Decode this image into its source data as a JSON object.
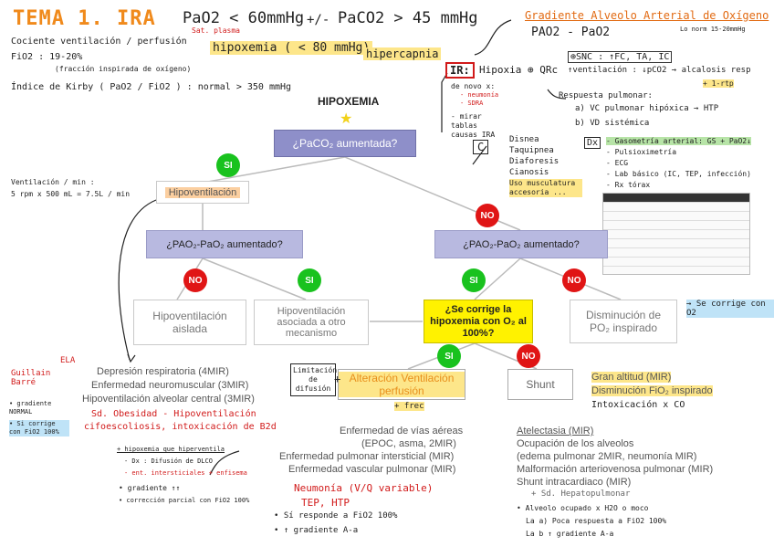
{
  "title": "TEMA 1. IRA",
  "header": {
    "pao2": "PaO2 < 60mmHg",
    "pao2_sub": "Sat. plasma",
    "sep": "+/-",
    "paco2": "PaCO2 > 45 mmHg",
    "hipoxemia": "hipoxemia ( < 80 mmHg)",
    "hipercapnia": "hipercapnia",
    "gradiente_title": "Gradiente Alveolo Arterial de Oxígeno",
    "gradiente_formula": "PAO2 - PaO2",
    "gradiente_normal": "Lo norm 15-20mmHg"
  },
  "notes_left": [
    "Cociente ventilación / perfusión",
    "FiO2 : 19-20%",
    "(fracción inspirada de oxígeno)",
    "Índice de Kirby ( PaO2 / FiO2 ) : normal > 350 mmHg"
  ],
  "ir_block": {
    "ir_label": "IR:",
    "ir_text": "Hipoxia ⊕ QRc",
    "snc": "⊕SNC : ↑FC, TA, IC",
    "ventilacion": "↑ventilación : ↓pCO2 → alcalosis resp",
    "ventilacion_sub": "+ 1-rtp",
    "denovo": "de novo x:",
    "denovo_items": [
      "- neumonía",
      "- SDRA"
    ],
    "mirar": "- mirar tablas causas IRA",
    "c_label": "C",
    "sintomas": [
      "Disnea",
      "Taquipnea",
      "Diaforesis",
      "Cianosis",
      "Uso musculatura accesoria ..."
    ],
    "respuesta": "Respuesta pulmonar:",
    "resp_a": "a) VC pulmonar hipóxica → HTP",
    "resp_b": "b) VD sistémica",
    "dx_label": "Dx",
    "dx_items": [
      "- Gasometría arterial: GS + PaO2↓",
      "- Pulsioximetría",
      "- ECG",
      "- Lab básico (IC, TEP, infección)",
      "- Rx tórax"
    ]
  },
  "diagram": {
    "hipoxemia": "HIPOXEMIA",
    "q1": "¿PaCO₂ aumentada?",
    "hipoventilacion": "Hipoventilación",
    "q2a": "¿PAO₂-PaO₂ aumentado?",
    "q2b": "¿PAO₂-PaO₂ aumentado?",
    "hipo_aislada": "Hipoventilación aislada",
    "hipo_asociada": "Hipoventilación asociada a otro mecanismo",
    "q3": "¿Se corrige la hipoxemia con O₂ al 100%?",
    "dism_po2": "Disminución de PO₂ inspirado",
    "alteracion_vp": "Alteración Ventilación perfusión",
    "shunt": "Shunt",
    "si": "SI",
    "no": "NO"
  },
  "lists": {
    "hipoventilacion": [
      "Depresión respiratoria (4MIR)",
      "Enfermedad neuromuscular (3MIR)",
      "Hipoventilación alveolar central (3MIR)"
    ],
    "vp": [
      "Enfermedad de vías aéreas",
      "(EPOC, asma, 2MIR)",
      "Enfermedad pulmonar intersticial (MIR)",
      "Enfermedad vascular pulmonar (MIR)"
    ],
    "shunt": [
      "Atelectasia (MIR)",
      "Ocupación de los alveolos",
      "(edema pulmonar 2MIR, neumonía MIR)",
      "Malformación arteriovenosa pulmonar (MIR)",
      "Shunt intracardiaco (MIR)"
    ],
    "po2": [
      "Gran altitud (MIR)",
      "Disminución FiO₂ inspirado",
      "Intoxicación x CO"
    ]
  },
  "annotations": {
    "ventilacion_min": "Ventilación / min :",
    "ventilacion_calc": "5 rpm x 500 mL = 7.5L / min",
    "ela": "ELA",
    "guillain": "Guillain Barré",
    "gradiente_normal": "• gradiente NORMAL",
    "si_corrige": "• Si corrige con FiO2 100%",
    "sd_obesidad": "Sd. Obesidad - Hipoventilación",
    "cifoescoliosis": "cifoescoliosis, intoxicación de B2d",
    "limitacion": "Limitación de difusión",
    "plus": "+",
    "mas_frec": "+ frec",
    "se_corrige_o2": "→ Se corrige con O2",
    "hipoxemia_ejercicio": "+ hipoxemia que hiperventila",
    "dx_difusion": "- Dx : Difusión de DLCO",
    "ent_intersticiales": "- ent. intersticiales + enfisema",
    "gradiente_up": "• gradiente ↑↑",
    "correccion": "• corrección parcial con FiO2 100%",
    "neumonia": "Neumonía (V/Q variable)",
    "tep_htp": "TEP, HTP",
    "si_responde": "• Sí responde a FiO2 100%",
    "gradiente_aa": "• ↑ gradiente A-a",
    "sd_hepato": "+ Sd. Hepatopulmonar",
    "alveolo_ocupado": "• Alveolo ocupado x H2O o moco",
    "la_a": "La a) Poca respuesta a FiO2 100%",
    "la_b": "La b ↑ gradiente A-a"
  },
  "colors": {
    "badge_si": "#19c21e",
    "badge_no": "#e01515",
    "box_blue": "#8e8fc9",
    "box_yellow": "#fff200",
    "title_orange": "#f08a1c",
    "highlight_yellow": "#fde68a",
    "highlight_blue": "#bfe3f7",
    "highlight_green": "#b7e4a7",
    "ink_red": "#d11a1a"
  }
}
